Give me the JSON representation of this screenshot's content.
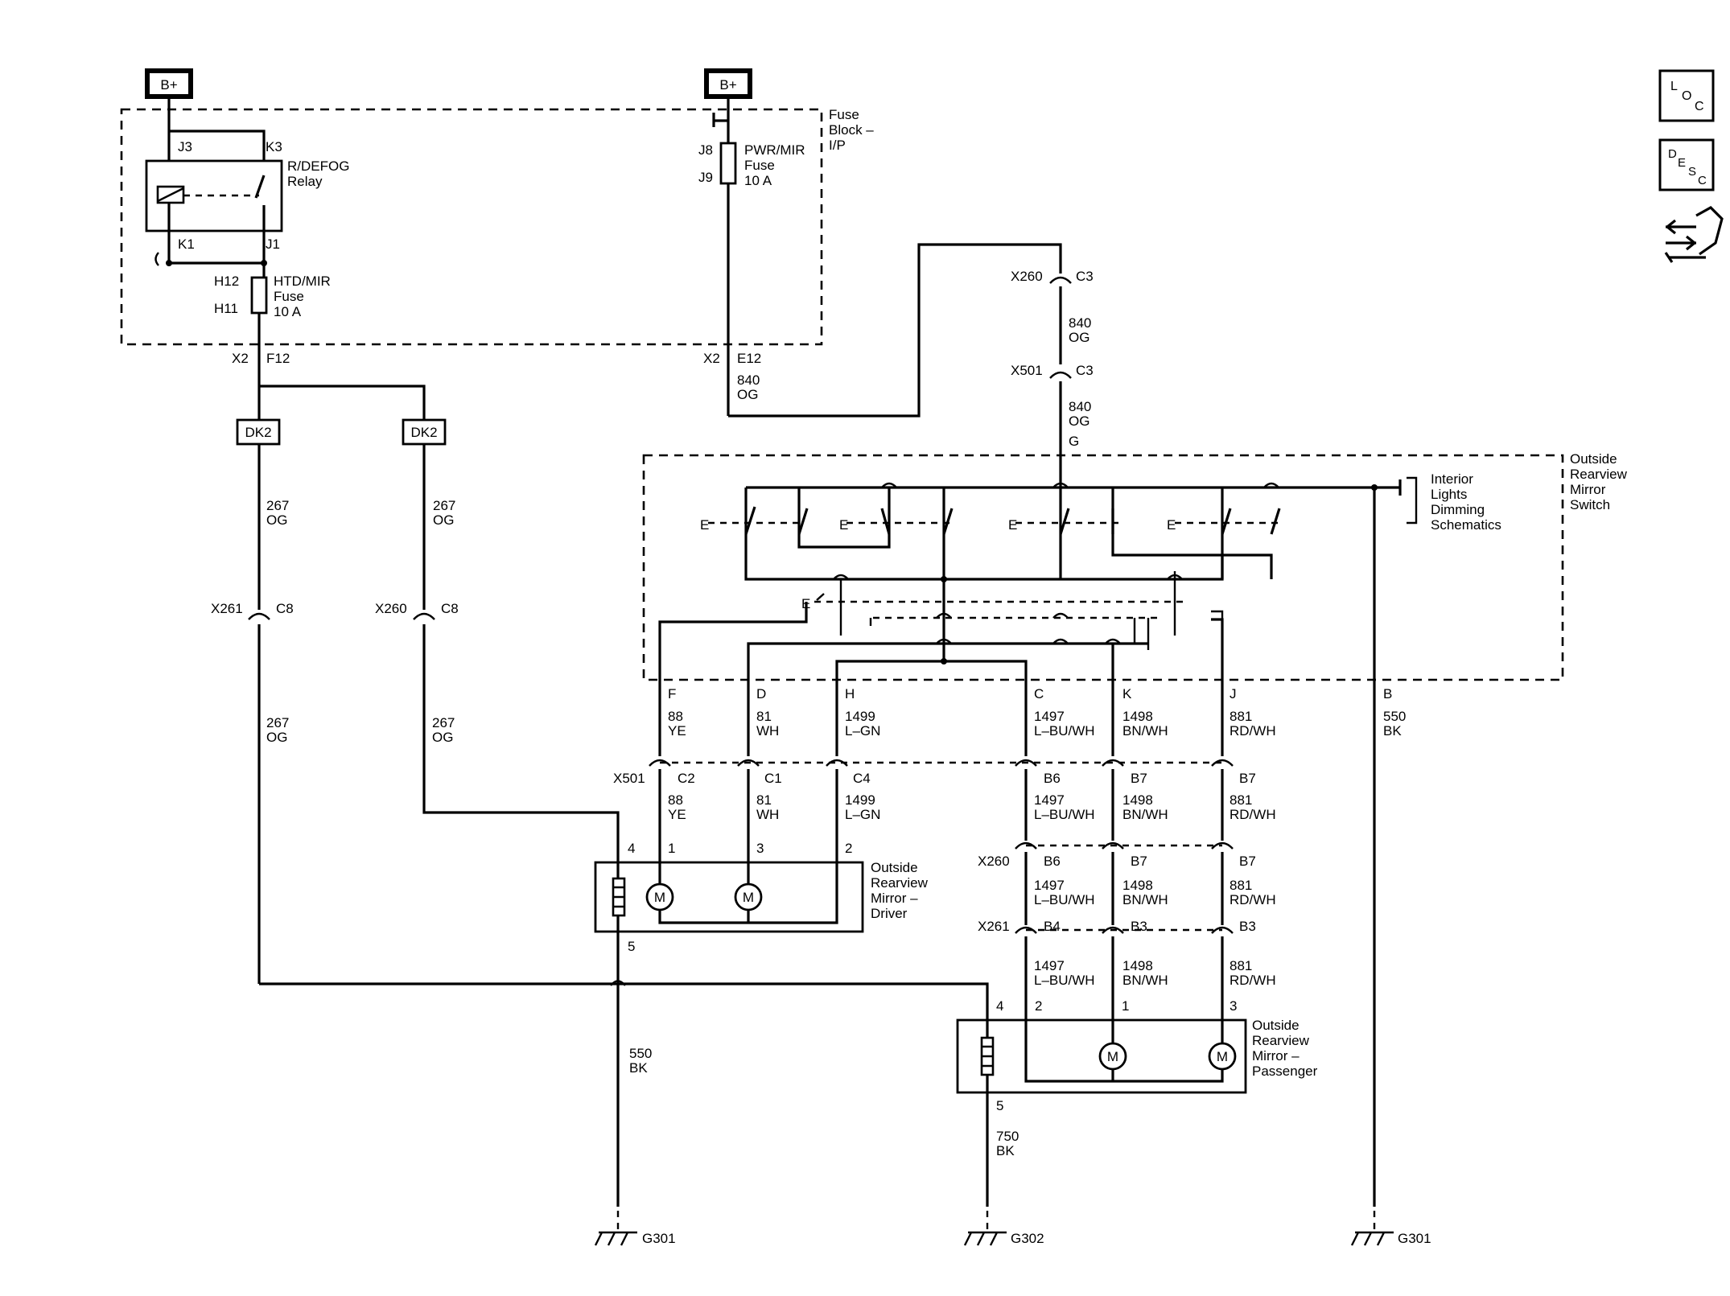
{
  "power": {
    "b_plus_left": "B+",
    "b_plus_right": "B+"
  },
  "fuse_block": {
    "title": [
      "Fuse",
      "Block –",
      "I/P"
    ]
  },
  "relay": {
    "pins": {
      "j3": "J3",
      "k3": "K3",
      "k1": "K1",
      "j1": "J1"
    },
    "name": [
      "R/DEFOG",
      "Relay"
    ]
  },
  "htd_fuse": {
    "pins": {
      "h12": "H12",
      "h11": "H11"
    },
    "name": [
      "HTD/MIR",
      "Fuse",
      "10 A"
    ]
  },
  "pwr_fuse": {
    "pins": {
      "j8": "J8",
      "j9": "J9"
    },
    "name": [
      "PWR/MIR",
      "Fuse",
      "10 A"
    ]
  },
  "x2": {
    "left_conn": "X2",
    "left_pin": "F12",
    "right_conn": "X2",
    "right_pin": "E12"
  },
  "splice": {
    "left": "DK2",
    "right": "DK2"
  },
  "wires": {
    "w267": {
      "circuit": "267",
      "color": "OG"
    },
    "w840": {
      "circuit": "840",
      "color": "OG"
    },
    "w88": {
      "circuit": "88",
      "color": "YE"
    },
    "w81": {
      "circuit": "81",
      "color": "WH"
    },
    "w1499": {
      "circuit": "1499",
      "color": "L–GN"
    },
    "w1497": {
      "circuit": "1497",
      "color": "L–BU/WH"
    },
    "w1498": {
      "circuit": "1498",
      "color": "BN/WH"
    },
    "w881": {
      "circuit": "881",
      "color": "RD/WH"
    },
    "w550": {
      "circuit": "550",
      "color": "BK"
    },
    "w750": {
      "circuit": "750",
      "color": "BK"
    }
  },
  "connectors": {
    "x260_c3": {
      "conn": "X260",
      "pin": "C3"
    },
    "x501_c3": {
      "conn": "X501",
      "pin": "C3"
    },
    "g_pin": "G",
    "x261_c8": {
      "conn": "X261",
      "pin": "C8"
    },
    "x260_c8": {
      "conn": "X260",
      "pin": "C8"
    },
    "x501_row": {
      "conn": "X501",
      "pins": [
        "C2",
        "C1",
        "C4",
        "B6",
        "B7",
        "B7"
      ]
    },
    "x260_row": {
      "conn": "X260",
      "pins": [
        "B6",
        "B7",
        "B7"
      ]
    },
    "x261_row": {
      "conn": "X261",
      "pins": [
        "B4",
        "B3",
        "B3"
      ]
    }
  },
  "switch": {
    "name": [
      "Outside",
      "Rearview",
      "Mirror",
      "Switch"
    ],
    "pins": [
      "F",
      "D",
      "H",
      "C",
      "K",
      "J",
      "B"
    ],
    "ref_label": [
      "Interior",
      "Lights",
      "Dimming",
      "Schematics"
    ]
  },
  "driver_mirror": {
    "name": [
      "Outside",
      "Rearview",
      "Mirror –",
      "Driver"
    ],
    "pins": [
      "4",
      "1",
      "3",
      "2",
      "5"
    ],
    "motor": "M"
  },
  "passenger_mirror": {
    "name": [
      "Outside",
      "Rearview",
      "Mirror –",
      "Passenger"
    ],
    "pins": [
      "4",
      "2",
      "1",
      "3",
      "5"
    ],
    "motor": "M"
  },
  "grounds": [
    "G301",
    "G302",
    "G301"
  ],
  "side_icons": {
    "loc": [
      "L",
      "O",
      "C"
    ],
    "desc": [
      "D",
      "E",
      "S",
      "C"
    ]
  }
}
